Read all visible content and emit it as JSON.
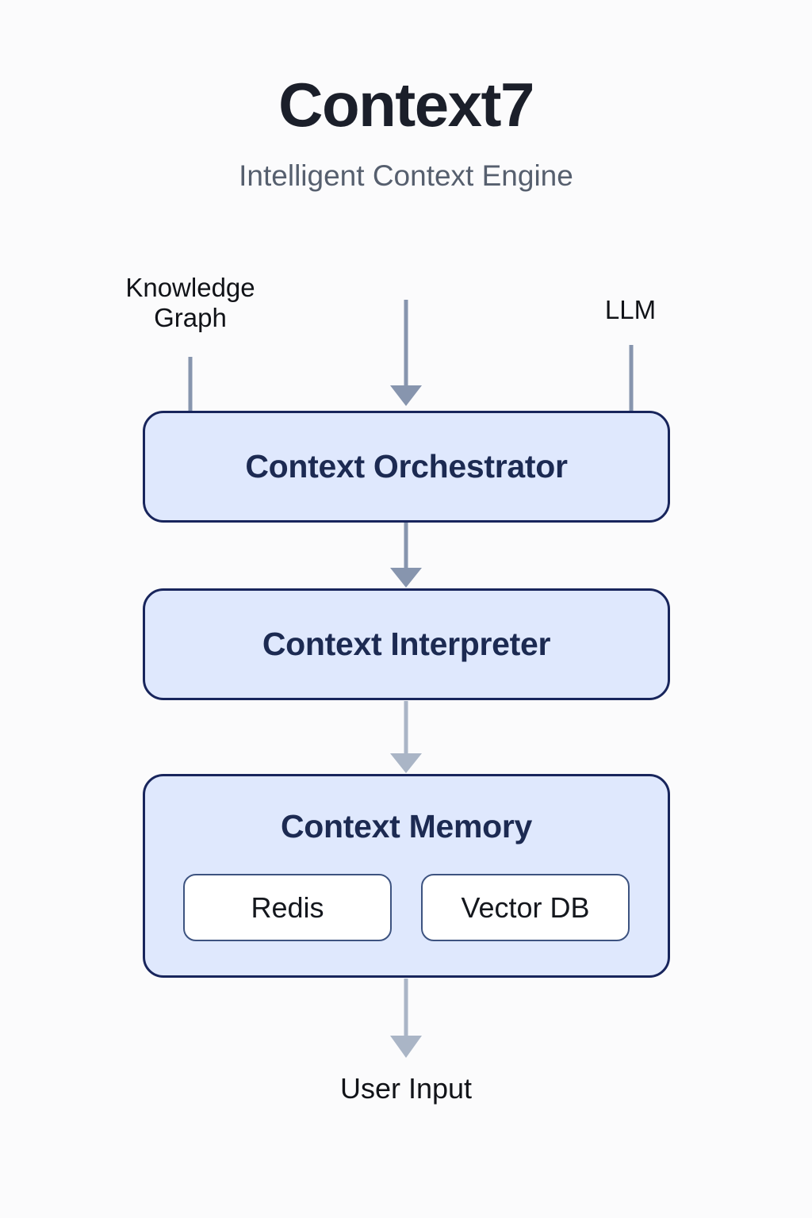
{
  "header": {
    "title": "Context7",
    "subtitle": "Intelligent Context Engine"
  },
  "inputs": {
    "knowledge_graph_label": "Knowledge\nGraph",
    "llm_label": "LLM",
    "top_inflow_label": ""
  },
  "nodes": {
    "orchestrator": {
      "title": "Context Orchestrator"
    },
    "interpreter": {
      "title": "Context Interpreter"
    },
    "memory": {
      "title": "Context Memory",
      "stores": [
        {
          "label": "Redis"
        },
        {
          "label": "Vector DB"
        }
      ]
    }
  },
  "output": {
    "label": "User Input"
  },
  "colors": {
    "page_background": "#fbfbfc",
    "title_text": "#1b1f2a",
    "subtitle_text": "#565f6e",
    "node_fill": "#dfe8fd",
    "node_border": "#18255c",
    "node_text": "#1c2a52",
    "chip_fill": "#ffffff",
    "chip_border": "#3d5380",
    "chip_text": "#14171d",
    "connector_dark": "#8795ae",
    "connector_light": "#aab5c6",
    "label_text": "#111318"
  },
  "connectors": [
    {
      "name": "knowledge-graph-to-orchestrator",
      "from": "Knowledge Graph",
      "to": "Context Orchestrator",
      "arrowhead": false
    },
    {
      "name": "top-input-to-orchestrator",
      "from": "top",
      "to": "Context Orchestrator",
      "arrowhead": true
    },
    {
      "name": "llm-to-orchestrator",
      "from": "LLM",
      "to": "Context Orchestrator",
      "arrowhead": false
    },
    {
      "name": "orchestrator-to-interpreter",
      "from": "Context Orchestrator",
      "to": "Context Interpreter",
      "arrowhead": true
    },
    {
      "name": "interpreter-to-memory",
      "from": "Context Interpreter",
      "to": "Context Memory",
      "arrowhead": true
    },
    {
      "name": "memory-to-user-input",
      "from": "Context Memory",
      "to": "User Input",
      "arrowhead": true
    }
  ]
}
